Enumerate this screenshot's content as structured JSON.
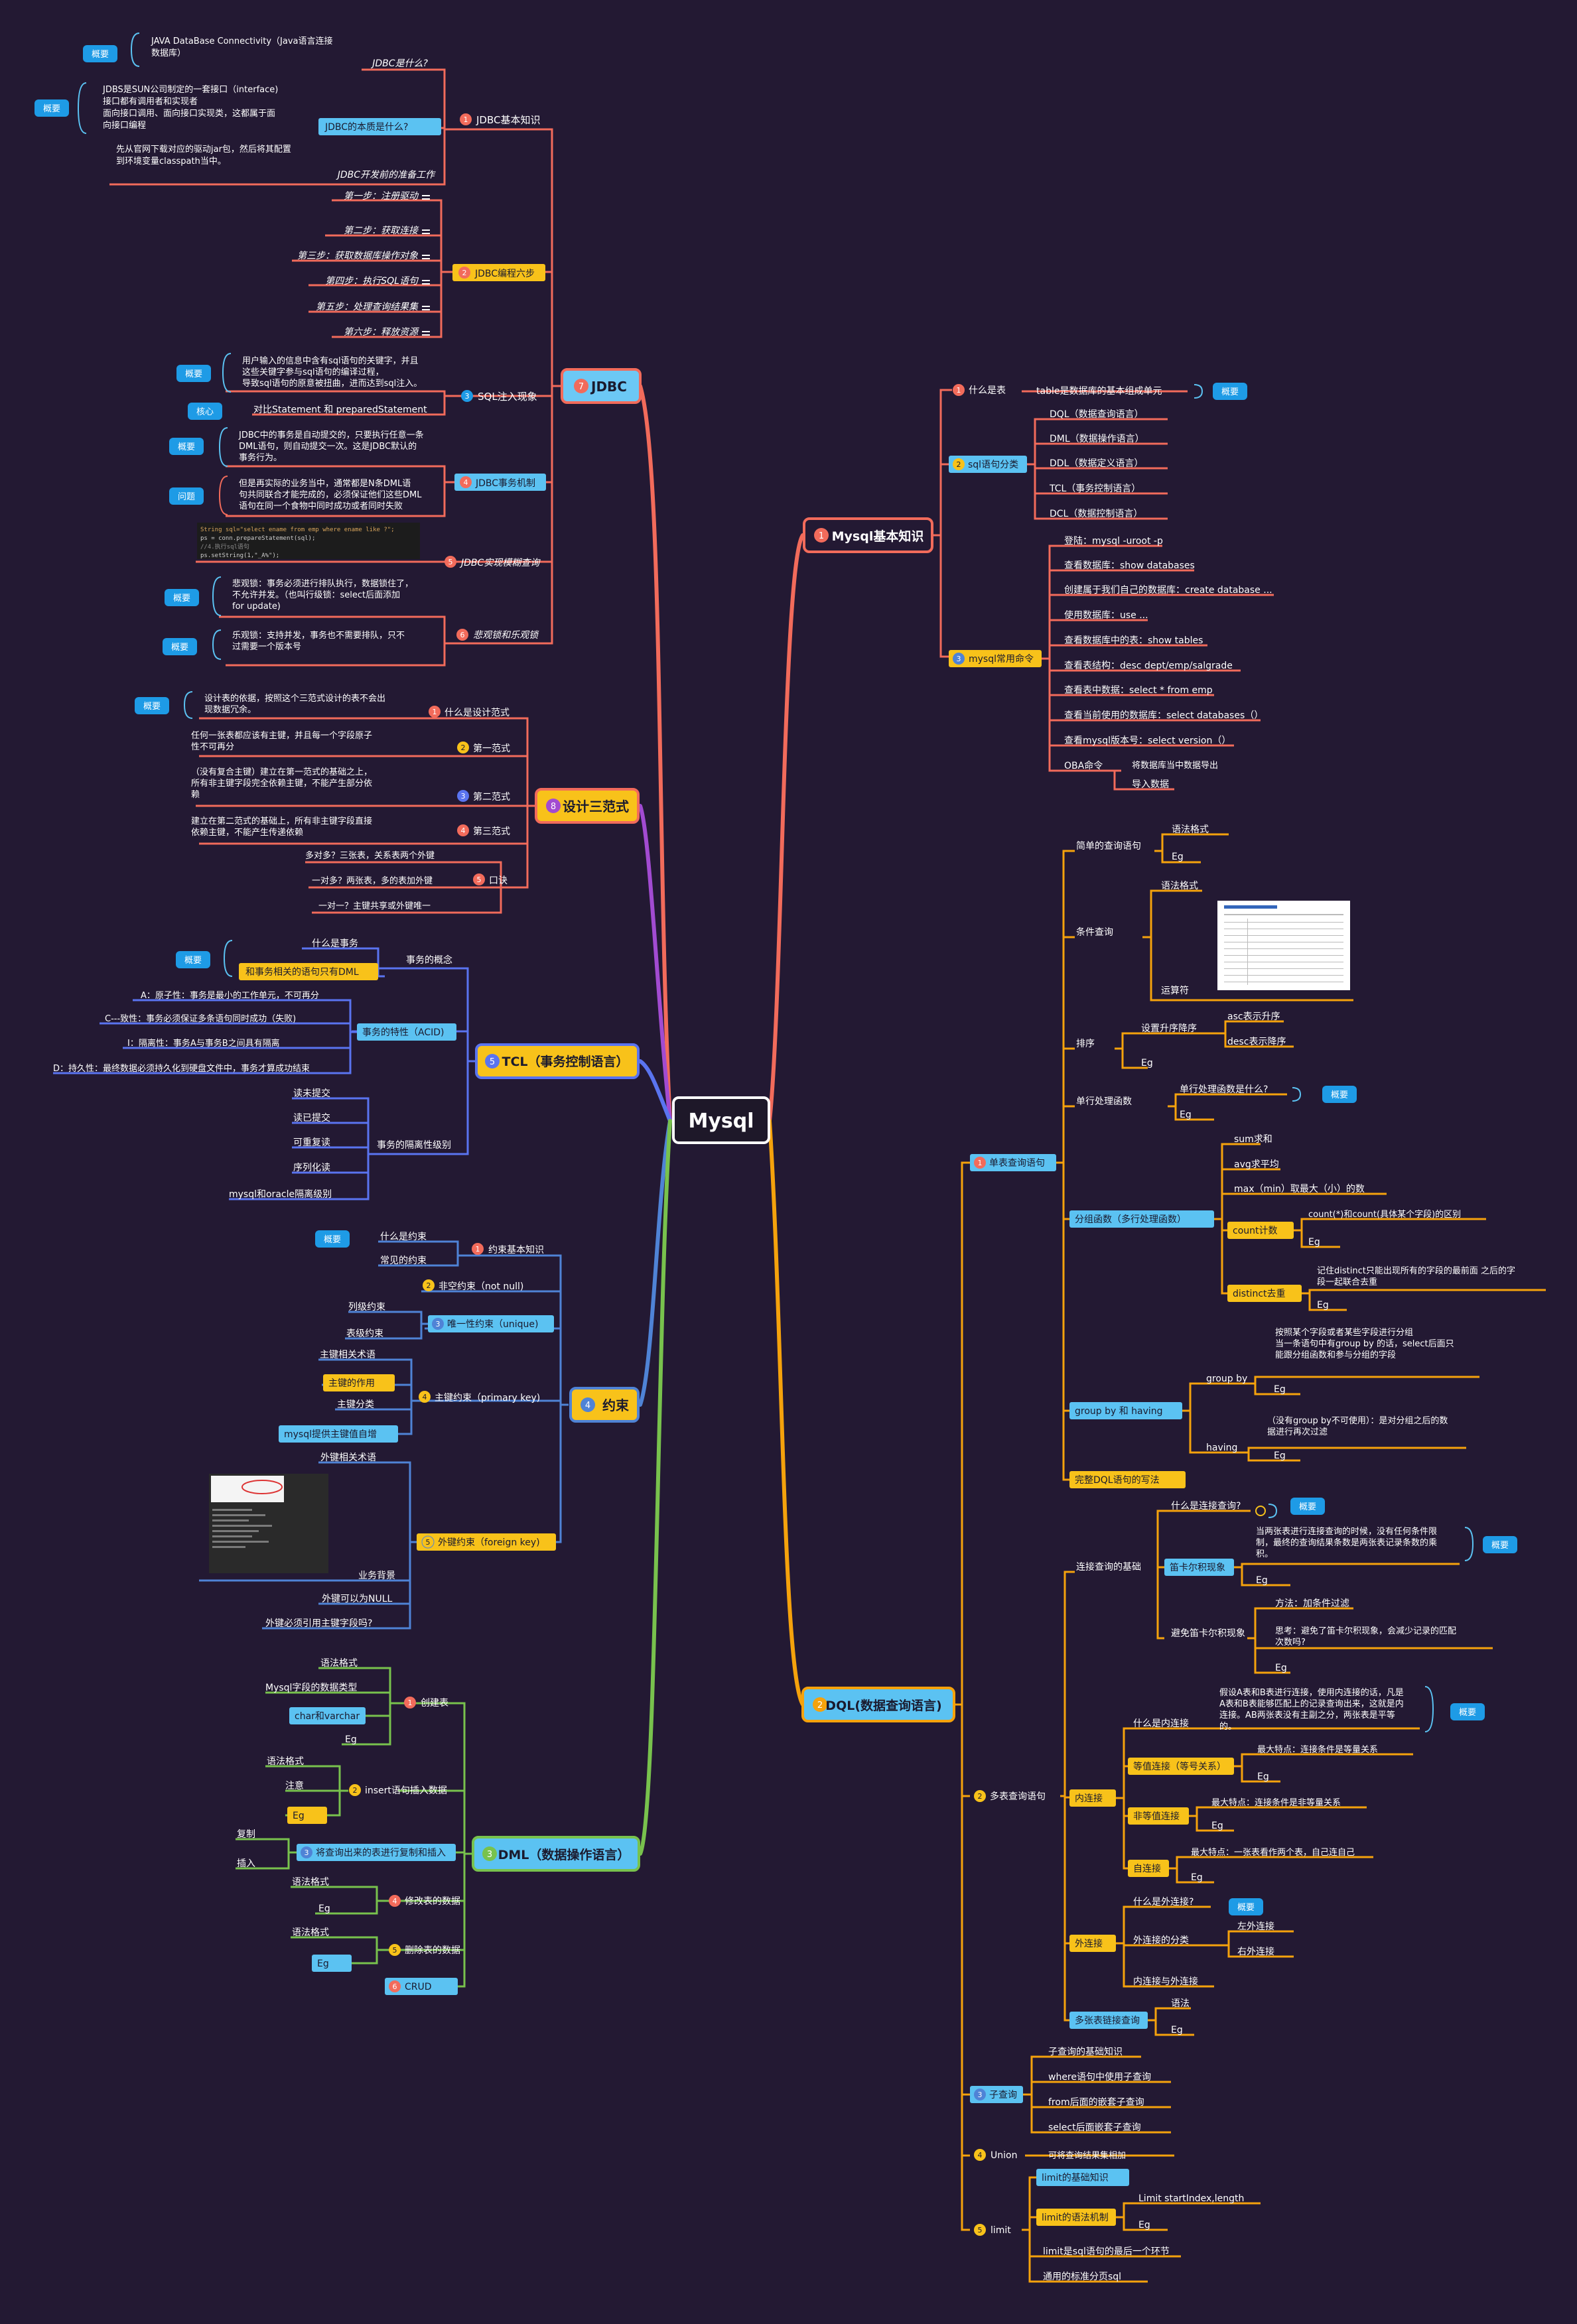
{
  "root": "Mysql",
  "colors": {
    "background": "#231933",
    "root_bg": "#1e1829",
    "jdbc": "#f26b5b",
    "design": "#a24bd1",
    "tcl": "#5a74f0",
    "constraint": "#4f83d6",
    "dml": "#78c24d",
    "mysql_basic": "#f26b5b",
    "dql": "#f5a20c",
    "badge": "#1e9be6",
    "tag_yellow": "#f8c21a",
    "tag_blue": "#5bc2f2"
  },
  "jdbc": {
    "title": "JDBC",
    "num": "7",
    "b1": {
      "label": "JDBC基本知识",
      "num": "1",
      "what": "JDBC是什么?",
      "what_text1": "JAVA DataBase Connectivity（Java语言连接",
      "what_text2": "数据库）",
      "essence": "JDBC的本质是什么?",
      "essence_text": [
        "JDBS是SUN公司制定的一套接口（interface)",
        "接口都有调用者和实现者",
        "面向接口调用、面向接口实现类，这都属于面",
        "向接口编程"
      ],
      "prep": "JDBC开发前的准备工作",
      "prep_text": [
        "先从官网下载对应的驱动jar包，然后将其配置",
        "到环境变量classpath当中。"
      ]
    },
    "b2": {
      "label": "JDBC编程六步",
      "num": "2",
      "steps": [
        "第一步：注册驱动",
        "第二步：获取连接",
        "第三步：获取数据库操作对象",
        "第四步：执行SQL语句",
        "第五步：处理查询结果集",
        "第六步：释放资源"
      ]
    },
    "b3": {
      "label": "SQL注入现象",
      "num": "3",
      "text": [
        "用户输入的信息中含有sql语句的关键字，并且",
        "这些关键字参与sql语句的编译过程，",
        "导致sql语句的原意被扭曲，进而达到sql注入。"
      ],
      "core": "对比Statement 和 preparedStatement"
    },
    "b4": {
      "label": "JDBC事务机制",
      "num": "4",
      "text1": [
        "JDBC中的事务是自动提交的，只要执行任意一条",
        "DML语句，则自动提交一次。这是JDBC默认的",
        "事务行为。"
      ],
      "text2": [
        "但是再实际的业务当中，通常都是N条DML语",
        "句共同联合才能完成的，必须保证他们这些DML",
        "语句在同一个食物中同时成功或者同时失败"
      ]
    },
    "b5": {
      "label": "JDBC实现模糊查询",
      "num": "5",
      "code1": "String sql=\"select ename from emp where ename like ?\";",
      "code2": "ps = conn.prepareStatement(sql);",
      "code3": "//4.执行sql语句",
      "code4": "ps.setString(1,\"_A%\");"
    },
    "b6": {
      "label": "悲观锁和乐观锁",
      "num": "6",
      "pess": [
        "悲观锁：事务必须进行排队执行，数据锁住了，",
        "不允许并发。（也叫行级锁：select后面添加",
        "for update)"
      ],
      "opt": [
        "乐观锁：支持并发，事务也不需要排队，只不",
        "过需要一个版本号"
      ]
    }
  },
  "design": {
    "title": "设计三范式",
    "num": "8",
    "what": "什么是设计范式",
    "what_text": [
      "设计表的依据，按照这个三范式设计的表不会出",
      "现数据冗余。"
    ],
    "nf1": "第一范式",
    "nf1_text": [
      "任何一张表都应该有主键，并且每一个字段原子",
      "性不可再分"
    ],
    "nf2": "第二范式",
    "nf2_text": [
      "（没有复合主键）建立在第一范式的基础之上，",
      "所有非主键字段完全依赖主键，不能产生部分依",
      "赖"
    ],
    "nf3": "第三范式",
    "nf3_text": [
      "建立在第二范式的基础上，所有非主键字段直接",
      "依赖主键，不能产生传递依赖"
    ],
    "rules": "口诀",
    "rules_items": [
      "多对多？三张表，关系表两个外键",
      "一对多？两张表，多的表加外键",
      "一对一？主键共享或外键唯一"
    ],
    "nums": [
      "1",
      "2",
      "3",
      "4",
      "5"
    ]
  },
  "tcl": {
    "title": "TCL（事务控制语言）",
    "num": "5",
    "concept": "事务的概念",
    "what": "什么是事务",
    "dml_tag": "和事务相关的语句只有DML",
    "props": "事务的特性（ACID)",
    "props_items": [
      "A：原子性：事务是最小的工作单元，不可再分",
      "C---致性：事务必须保证多条语句同时成功（失败)",
      "I：隔离性：事务A与事务B之间具有隔离",
      "D：持久性：最终数据必须持久化到硬盘文件中，事务才算成功结束"
    ],
    "iso": "事务的隔离性级别",
    "iso_items": [
      "读未提交",
      "读已提交",
      "可重复读",
      "序列化读",
      "mysql和oracle隔离级别"
    ]
  },
  "constraint": {
    "title": "约束",
    "num": "4",
    "b1": "约束基本知识",
    "what": "什么是约束",
    "common": "常见的约束",
    "b2": "非空约束（not null)",
    "b3": "唯一性约束（unique)",
    "col": "列级约束",
    "tbl": "表级约束",
    "b4": "主键约束（primary key)",
    "pk1": "主键相关术语",
    "pk2": "主键的作用",
    "pk3": "主键分类",
    "pk4": "mysql提供主键值自增",
    "b5": "外键约束（foreign key)",
    "fk1": "外键相关术语",
    "fk2": "业务背景",
    "fk3": "外键可以为NULL",
    "fk4": "外键必须引用主键字段吗?",
    "nums": [
      "1",
      "2",
      "3",
      "4",
      "5"
    ]
  },
  "dml": {
    "title": "DML（数据操作语言）",
    "num": "3",
    "create": "创建表",
    "c_items": [
      "语法格式",
      "Mysql字段的数据类型",
      "char和varchar",
      "Eg"
    ],
    "insert": "insert语句插入数据",
    "i_items": [
      "语法格式",
      "注意",
      "Eg"
    ],
    "copy": "将查询出来的表进行复制和插入",
    "copy_items": [
      "复制",
      "插入"
    ],
    "update": "修改表的数据",
    "u_items": [
      "语法格式",
      "Eg"
    ],
    "delete": "删除表的数据",
    "d_items": [
      "语法格式",
      "Eg"
    ],
    "crud": "CRUD",
    "nums": [
      "1",
      "2",
      "3",
      "4",
      "5",
      "6"
    ]
  },
  "mysql_basic": {
    "title": "Mysql基本知识",
    "num": "1",
    "what": "什么是表",
    "what_text": "table是数据库的基本组成单元",
    "sql": "sql语句分类",
    "sql_items": [
      "DQL（数据查询语言）",
      "DML（数据操作语言）",
      "DDL（数据定义语言）",
      "TCL（事务控制语言）",
      "DCL（数据控制语言）"
    ],
    "cmd": "mysql常用命令",
    "cmd_items": [
      "登陆：mysql -uroot -p",
      "查看数据库：show databases",
      "创建属于我们自己的数据库：create database ...",
      "使用数据库：use ...",
      "查看数据库中的表：show tables",
      "查看表结构：desc dept/emp/salgrade",
      "查看表中数据：select * from emp",
      "查看当前使用的数据库：select databases（）",
      "查看mysql版本号：select version（）"
    ],
    "oba": "OBA命令",
    "oba_items": [
      "将数据库当中数据导出",
      "导入数据"
    ],
    "nums": [
      "1",
      "2",
      "3"
    ]
  },
  "dql": {
    "title": "DQL(数据查询语言)",
    "num": "2",
    "single": "单表查询语句",
    "simple": "简单的查询语句",
    "simple_items": [
      "语法格式",
      "Eg"
    ],
    "cond": "条件查询",
    "cond_items": [
      "语法格式",
      "运算符"
    ],
    "sort": "排序",
    "sort_rule": "设置升序降序",
    "asc": "asc表示升序",
    "desc": "desc表示降序",
    "sort_eg": "Eg",
    "single_fn": "单行处理函数",
    "single_fn_what": "单行处理函数是什么?",
    "single_fn_eg": "Eg",
    "group_fn": "分组函数（多行处理函数）",
    "gf_items": [
      "sum求和",
      "avg求平均",
      "max（min）取最大（小）的数"
    ],
    "count": "count计数",
    "count_items": [
      "count(*)和count(具体某个字段)的区别",
      "Eg"
    ],
    "distinct": "distinct去重",
    "distinct_text": [
      "记住distinct只能出现所有的字段的最前面 之后的字",
      "段一起联合去重"
    ],
    "distinct_eg": "Eg",
    "gb": "group by 和 having",
    "gb_text": [
      "按照某个字段或者某些字段进行分组",
      "当一条语句中有group by 的话，select后面只",
      "能跟分组函数和参与分组的字段"
    ],
    "gb_label": "group by",
    "gb_eg": "Eg",
    "having": "having",
    "having_text": [
      "（没有group by不可使用）：是对分组之后的数",
      "据进行再次过滤"
    ],
    "having_eg": "Eg",
    "full": "完整DQL语句的写法",
    "multi": "多表查询语句",
    "join_basic": "连接查询的基础",
    "join_what": "什么是连接查询?",
    "cartesian": "笛卡尔积现象",
    "cartesian_text": [
      "当两张表进行连接查询的时候，没有任何条件限",
      "制，最终的查询结果条数是两张表记录条数的乘",
      "积。"
    ],
    "cartesian_eg": "Eg",
    "avoid": "避免笛卡尔积现象",
    "avoid_items": [
      "方法：加条件过滤",
      "思考：避免了笛卡尔积现象，会减少记录的匹配",
      "次数吗?",
      "Eg"
    ],
    "inner": "内连接",
    "inner_what": "什么是内连接",
    "inner_text": [
      "假设A表和B表进行连接，使用内连接的话，凡是",
      "A表和B表能够匹配上的记录查询出来，这就是内",
      "连接。AB两张表没有主副之分，两张表是平等",
      "的。"
    ],
    "equi": "等值连接（等号关系）",
    "equi_text": "最大特点：连接条件是等量关系",
    "equi_eg": "Eg",
    "nonequi": "非等值连接",
    "nonequi_text": "最大特点：连接条件是非等量关系",
    "nonequi_eg": "Eg",
    "self": "自连接",
    "self_text": "最大特点：一张表看作两个表，自己连自己",
    "self_eg": "Eg",
    "outer": "外连接",
    "outer_what": "什么是外连接?",
    "outer_types": "外连接的分类",
    "left": "左外连接",
    "right": "右外连接",
    "inout": "内连接与外连接",
    "multi_join": "多张表链接查询",
    "mj_items": [
      "语法",
      "Eg"
    ],
    "sub": "子查询",
    "sub_items": [
      "子查询的基础知识",
      "where语句中使用子查询",
      "from后面的嵌套子查询",
      "select后面嵌套子查询"
    ],
    "union": "Union",
    "union_text": "可将查询结果集相加",
    "limit": "limit",
    "limit_base": "limit的基础知识",
    "limit_syntax": "limit的语法机制",
    "limit_syntax_items": [
      "Limit startIndex,length",
      "Eg"
    ],
    "limit_last": "limit是sql语句的最后一个环节",
    "limit_page": "通用的标准分页sql",
    "nums": [
      "1",
      "2",
      "3",
      "4",
      "5"
    ]
  },
  "badges": {
    "summary": "概要",
    "core": "核心",
    "problem": "问题"
  }
}
